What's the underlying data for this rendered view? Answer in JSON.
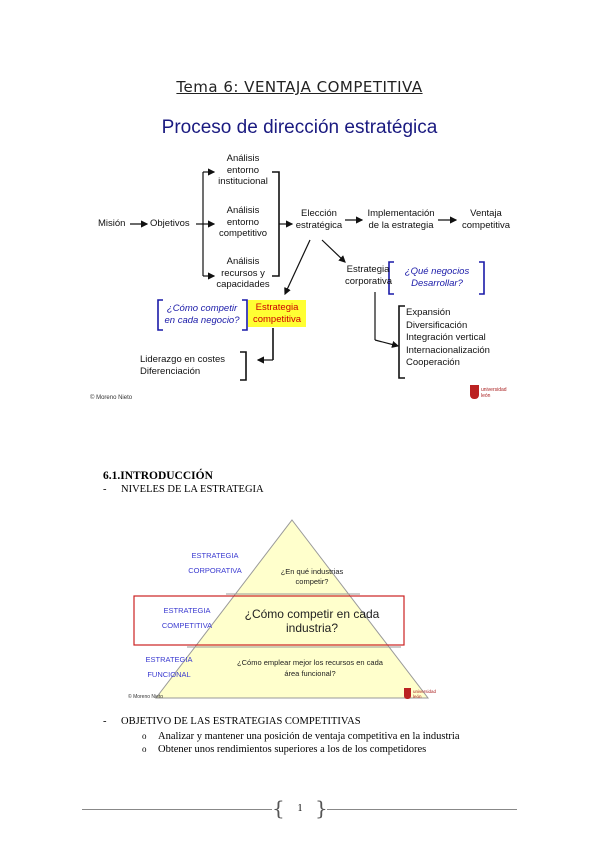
{
  "header": {
    "title": "Tema 6: VENTAJA COMPETITIVA"
  },
  "diagram1": {
    "heading": "Proceso de dirección estratégica",
    "mision": "Misión",
    "objetivos": "Objetivos",
    "analisis_institucional": [
      "Análisis",
      "entorno",
      "institucional"
    ],
    "analisis_competitivo": [
      "Análisis",
      "entorno",
      "competitivo"
    ],
    "analisis_recursos": [
      "Análisis",
      "recursos y",
      "capacidades"
    ],
    "eleccion": [
      "Elección",
      "estratégica"
    ],
    "implementacion": [
      "Implementación",
      "de la estrategia"
    ],
    "ventaja": [
      "Ventaja",
      "competitiva"
    ],
    "estrategia_corporativa": [
      "Estrategia",
      "corporativa"
    ],
    "que_negocios": [
      "¿Qué negocios",
      "Desarrollar?"
    ],
    "como_competir": [
      "¿Cómo competir",
      "en cada negocio?"
    ],
    "estrategia_competitiva": [
      "Estrategia",
      "competitiva"
    ],
    "liderazgo": [
      "Liderazgo en costes",
      "Diferenciación"
    ],
    "corporate_list": [
      "Expansión",
      "Diversificación",
      "Integración vertical",
      "Internacionalización",
      "Cooperación"
    ],
    "credit": "© Moreno Nieto",
    "logo_text": [
      "universidad",
      "león"
    ]
  },
  "section": {
    "heading": "6.1.INTRODUCCIÓN",
    "item1": "NIVELES DE LA ESTRATEGIA"
  },
  "pyramid": {
    "corporativa_label": [
      "ESTRATEGIA",
      "CORPORATIVA"
    ],
    "competitiva_label": [
      "ESTRATEGIA",
      "COMPETITIVA"
    ],
    "funcional_label": [
      "ESTRATEGIA",
      "FUNCIONAL"
    ],
    "q_corporativa": [
      "¿En qué industrias",
      "competir?"
    ],
    "q_competitiva": [
      "¿Cómo competir en cada",
      "industria?"
    ],
    "q_funcional": [
      "¿Cómo emplear mejor los recursos en cada",
      "área funcional?"
    ],
    "credit": "© Moreno Nieto",
    "logo_text": [
      "universidad",
      "león"
    ],
    "colors": {
      "fill": "#ffffcc",
      "stroke": "#999999",
      "highlight_box": "#cc2222"
    }
  },
  "objectives": {
    "item": "OBJETIVO DE LAS ESTRATEGIAS COMPETITIVAS",
    "bullets": [
      "Analizar y mantener una posición de ventaja competitiva en la industria",
      "Obtener unos rendimientos superiores a los de los competidores"
    ]
  },
  "footer": {
    "page_number": "1"
  }
}
